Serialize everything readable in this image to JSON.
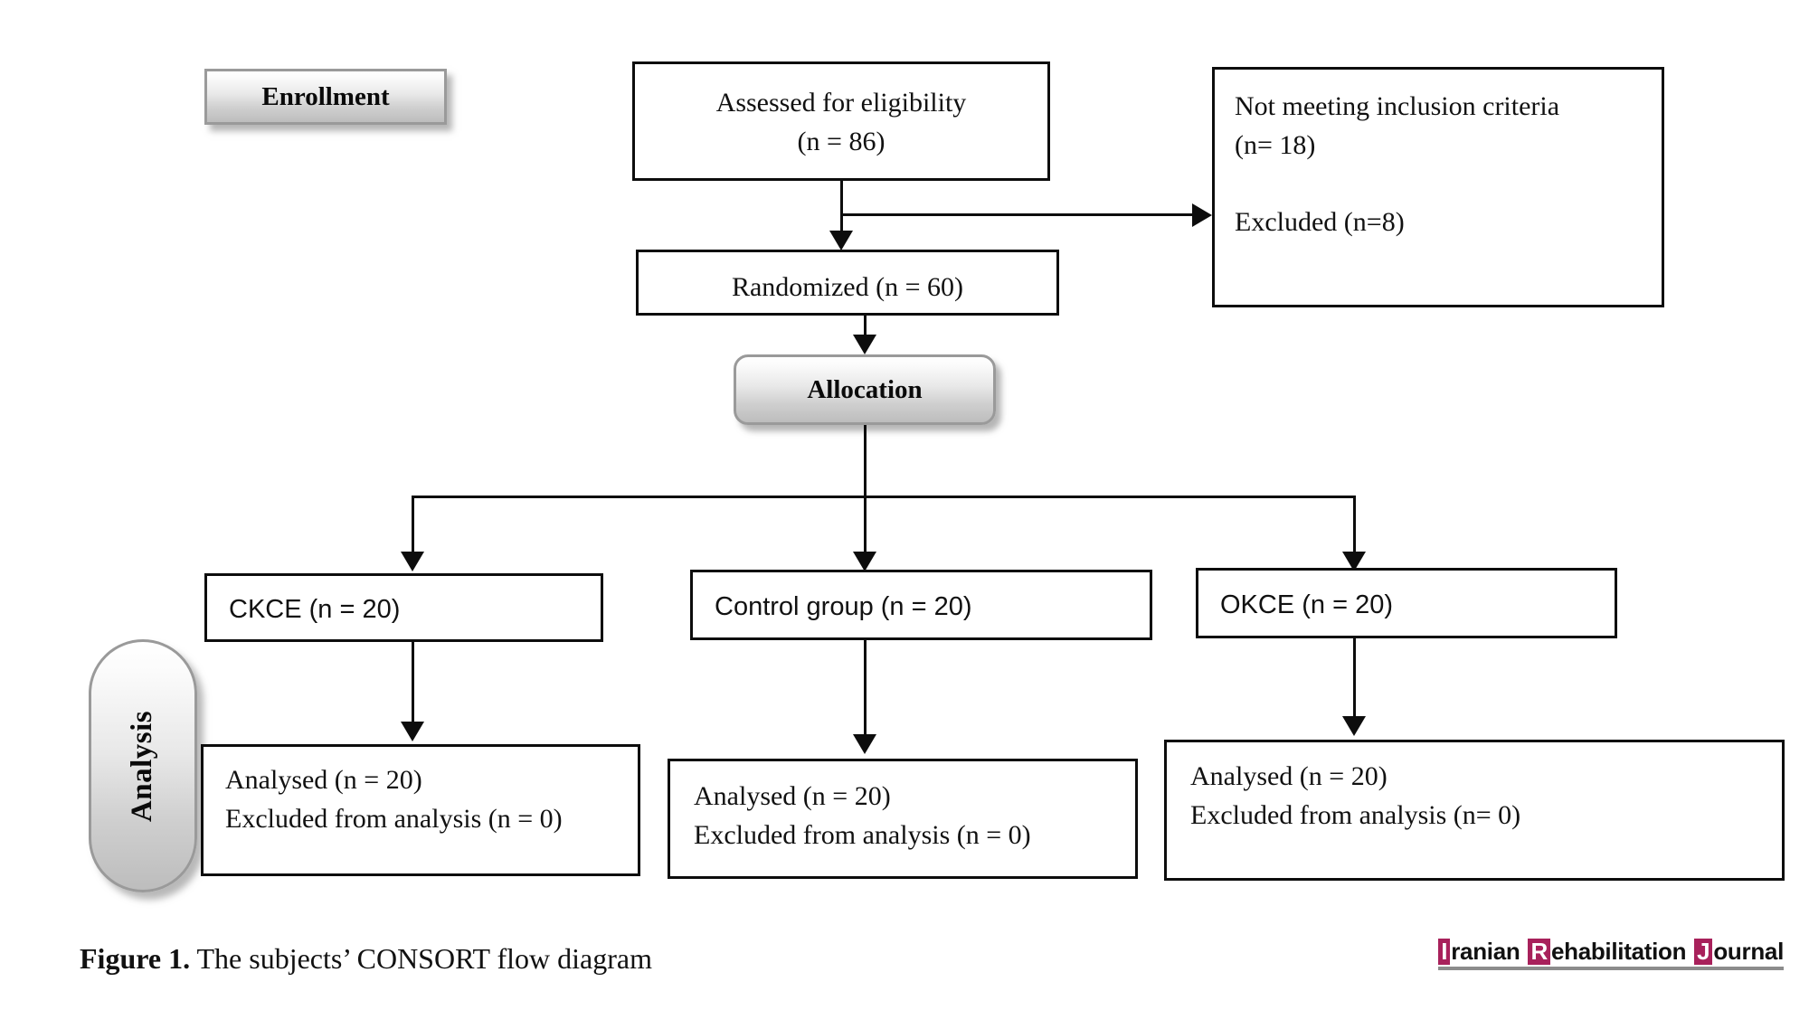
{
  "figure": {
    "caption_lead": "Figure 1.",
    "caption_rest": " The subjects’ CONSORT flow diagram"
  },
  "stages": {
    "enrollment": "Enrollment",
    "allocation": "Allocation",
    "analysis": "Analysis"
  },
  "nodes": {
    "assessed": "Assessed for eligibility\n(n = 86)",
    "excluded": "Not meeting inclusion criteria\n(n= 18)\n\nExcluded (n=8)",
    "randomized": "Randomized (n = 60)",
    "group_ckce": "CKCE (n = 20)",
    "group_control": "Control group (n = 20)",
    "group_okce": "OKCE (n = 20)",
    "analysed_ckce": "Analysed (n = 20)\nExcluded from analysis (n = 0)",
    "analysed_control": "Analysed (n = 20)\nExcluded from analysis (n = 0)",
    "analysed_okce": "Analysed (n = 20)\nExcluded from analysis (n= 0)"
  },
  "logo": {
    "cap_i": "I",
    "word_ranian": "ranian",
    "cap_r": "R",
    "word_ehabilitation": "ehabilitation",
    "cap_j": "J",
    "word_ournal": "ournal"
  },
  "colors": {
    "stroke": "#0d0d0d",
    "stage_border": "#9a9a9a",
    "logo_accent": "#a8215b",
    "text": "#111111"
  }
}
